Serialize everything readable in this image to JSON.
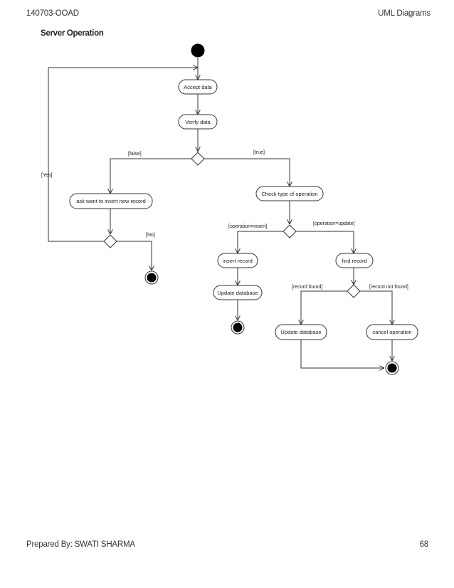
{
  "header": {
    "left": "140703-OOAD",
    "right": "UML Diagrams"
  },
  "section_title": "Server Operation",
  "footer": {
    "left": "Prepared By: SWATI SHARMA",
    "right": "68"
  },
  "activities": {
    "accept_data": "Accept data",
    "verify_data": "Verify data",
    "ask_insert": "ask want to insert new record",
    "check_type": "Check type of operation",
    "insert_record": "insert record",
    "update_db_insert": "Update database",
    "find_record": "find record",
    "update_db_found": "Update database",
    "cancel_operation": "cancel operation"
  },
  "guards": {
    "false": "[false]",
    "true": "[true]",
    "yes": "[Yes]",
    "no": "[No]",
    "op_insert": "[operation=insert]",
    "op_update": "[operation=update]",
    "record_found": "[record found]",
    "record_not_found": "[record not found]"
  }
}
